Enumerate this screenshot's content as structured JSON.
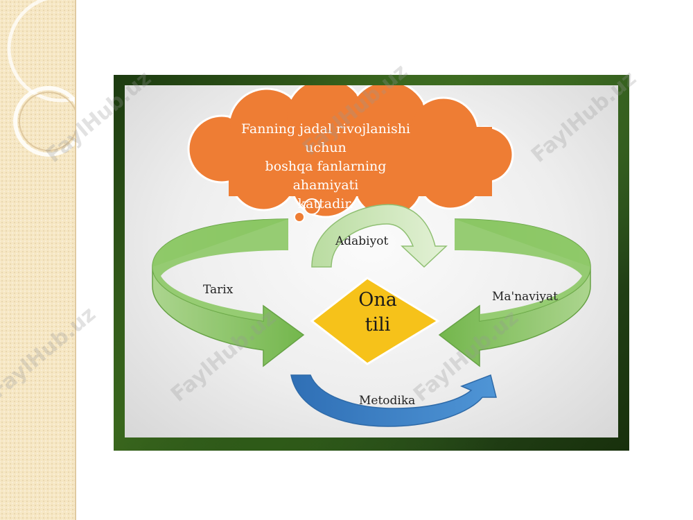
{
  "diagram": {
    "cloud_text": "Fanning jadal rivojlanishi uchun\nboshqa  fanlarning  ahamiyati\nkattadir.",
    "center_label": "Ona\ntili",
    "arrows": {
      "top": "Adabiyot",
      "left": "Tarix",
      "right": "Ma'naviyat",
      "bottom": "Metodika"
    }
  },
  "watermark": "FaylHub.uz",
  "colors": {
    "cloud": "#ee7d34",
    "diamond": "#f6c21a",
    "green_arrow": "#7cbf52",
    "light_green_arrow": "#cfe6b8",
    "blue_arrow": "#3c7fc4",
    "sidebar": "#f6e7c4"
  }
}
